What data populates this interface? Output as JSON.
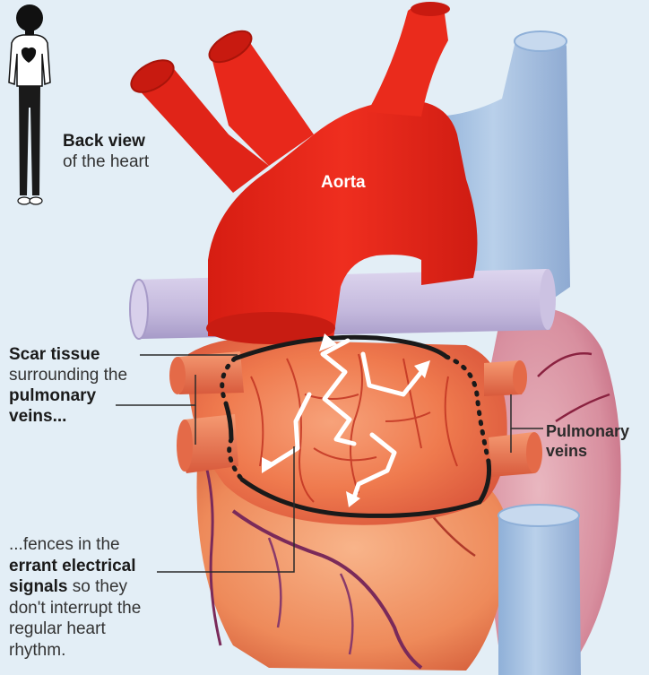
{
  "figure": {
    "back_view": {
      "title": "Back view",
      "subtitle": "of the heart"
    },
    "aorta_label": "Aorta",
    "scar": {
      "title": "Scar tissue",
      "line2": "surrounding the",
      "line3": "pulmonary",
      "line4": "veins..."
    },
    "pulmonary_veins_right": {
      "line1": "Pulmonary",
      "line2": "veins"
    },
    "fences": {
      "line1": "...fences in the",
      "line2": "errant electrical",
      "line3_bold": "signals",
      "line3_rest": " so they",
      "line4": "don't interrupt the",
      "line5": "regular heart",
      "line6": "rhythm."
    },
    "colors": {
      "background": "#e3eef6",
      "aorta": "#e8291c",
      "vein_blue": "#a9c3e2",
      "pulmonary_artery": "#c9bfe0",
      "heart_muscle": "#f2764a",
      "scar_line": "#1a1a1a",
      "signal_arrows": "#ffffff"
    }
  }
}
